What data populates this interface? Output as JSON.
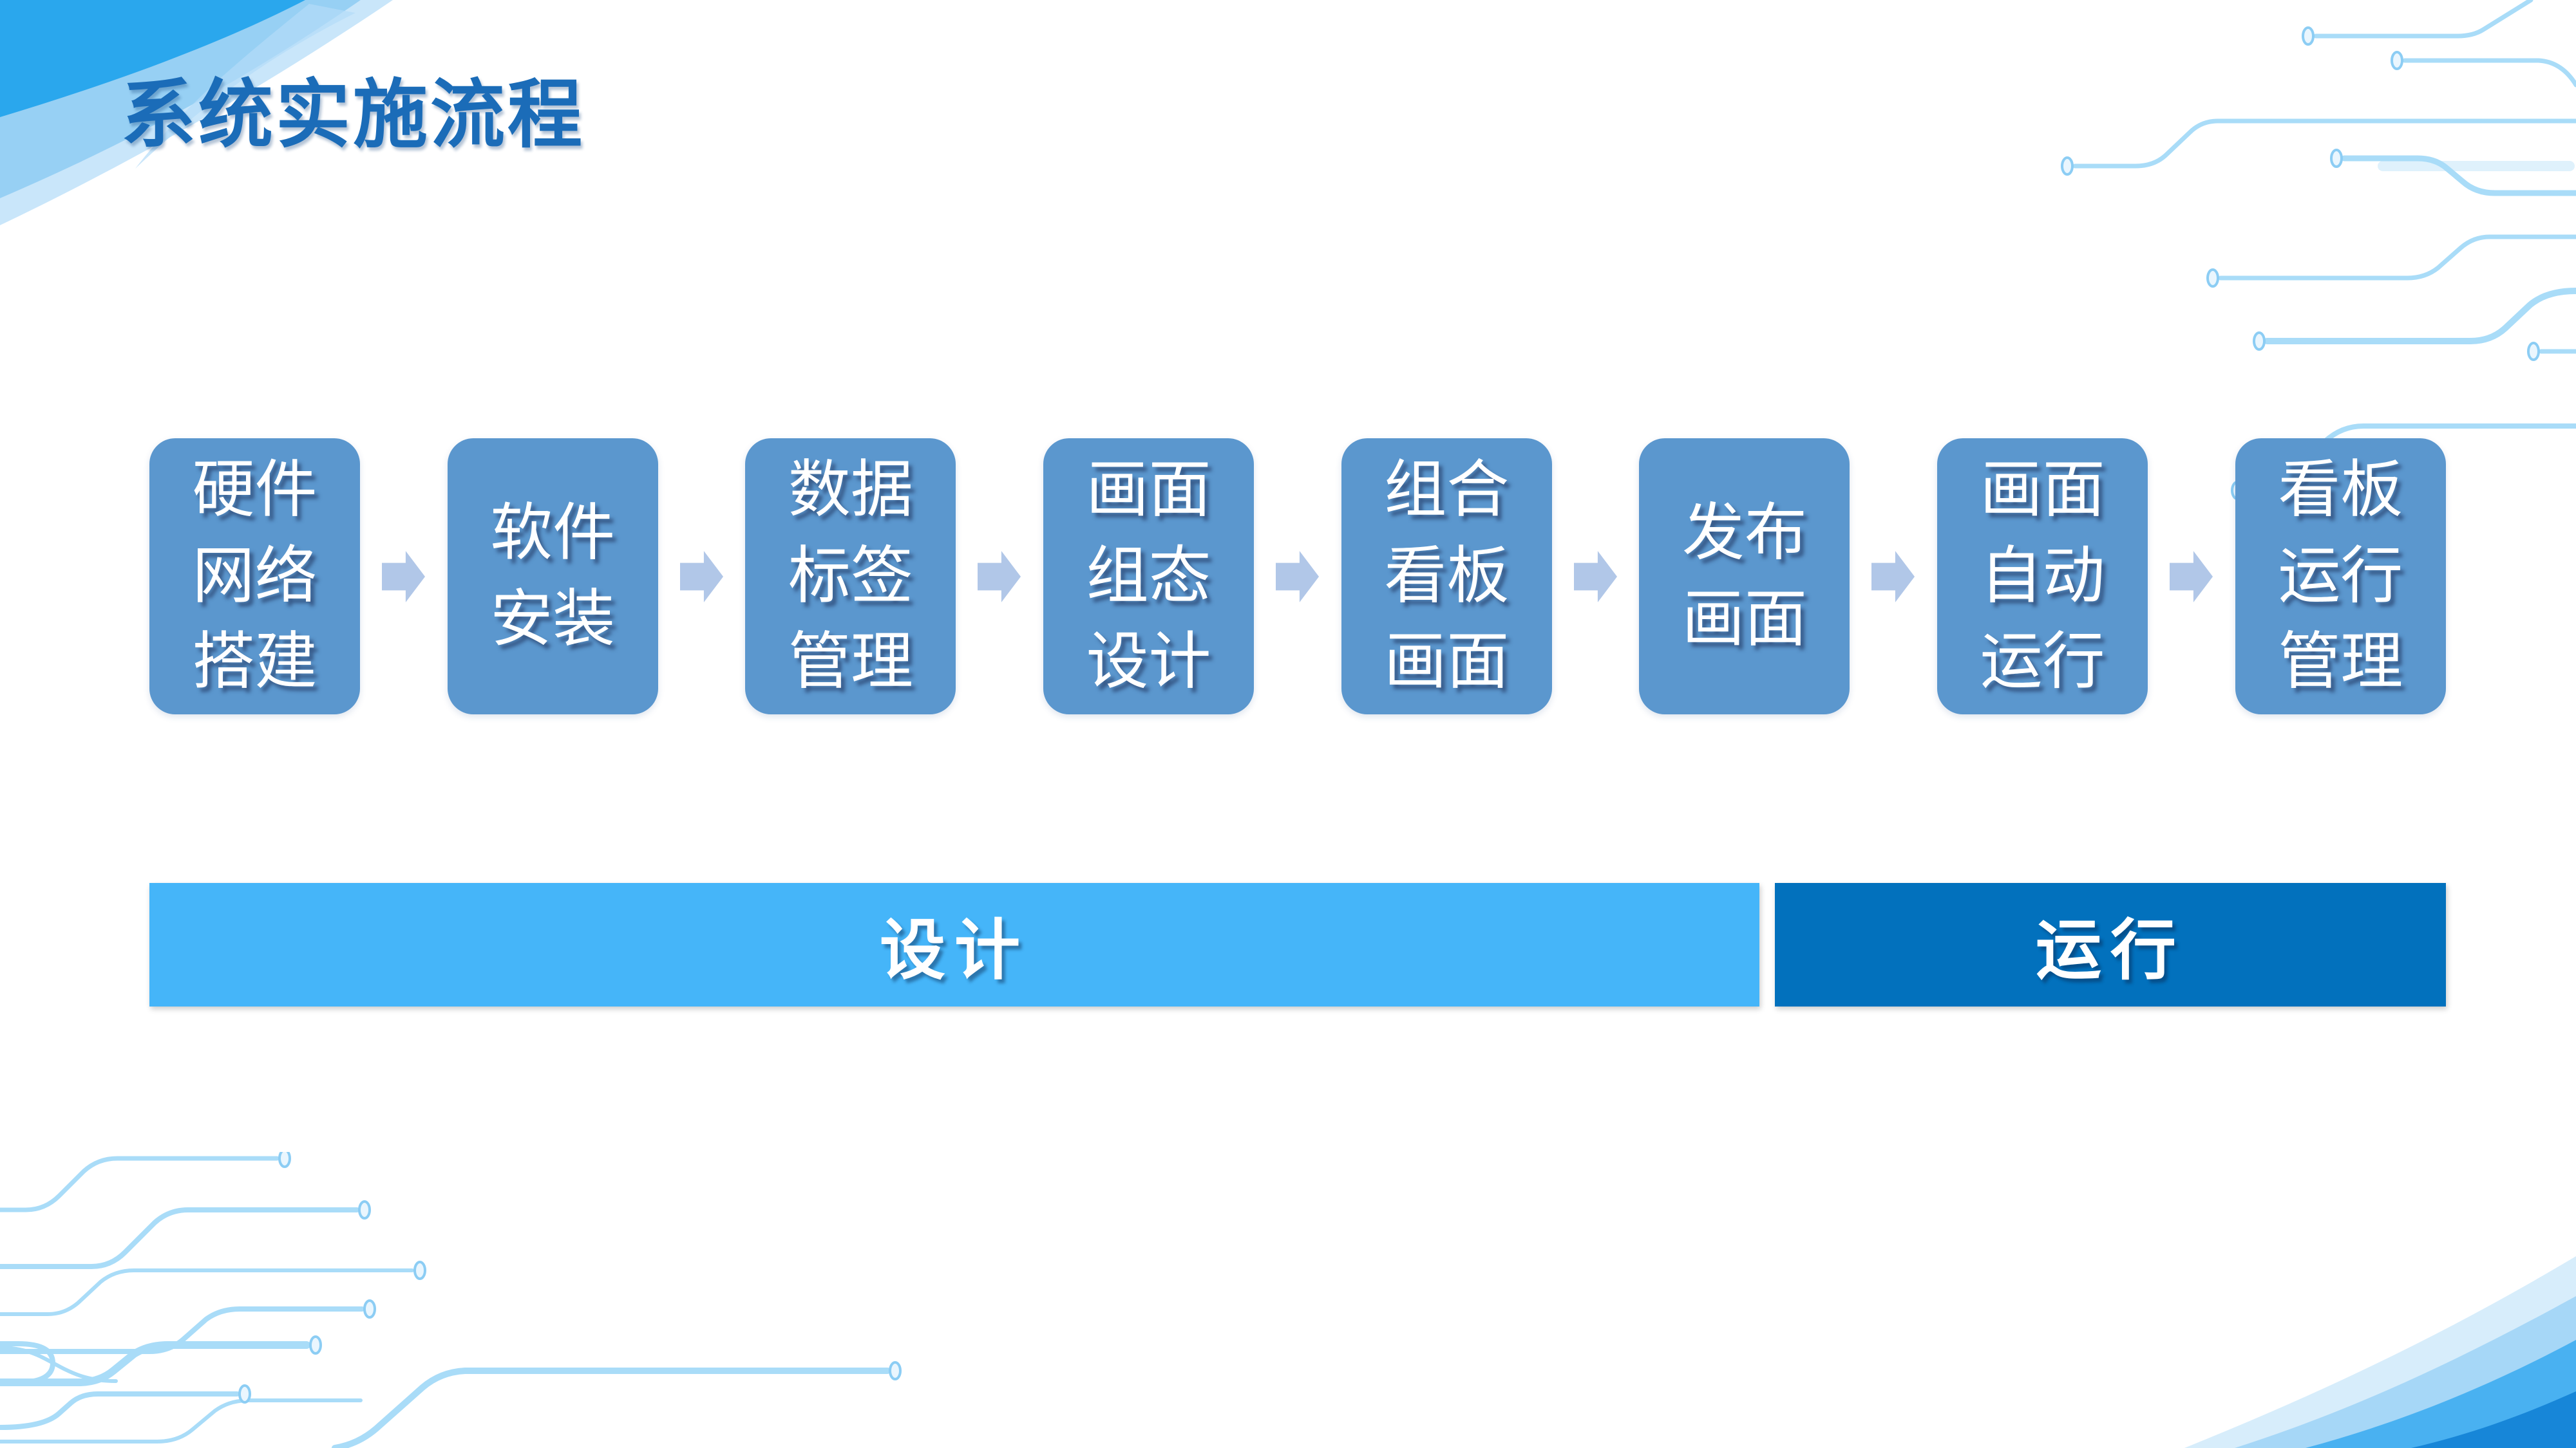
{
  "title": "系统实施流程",
  "flow": {
    "steps": [
      {
        "lines": [
          "硬件",
          "网络",
          "搭建"
        ]
      },
      {
        "lines": [
          "软件",
          "安装"
        ]
      },
      {
        "lines": [
          "数据",
          "标签",
          "管理"
        ]
      },
      {
        "lines": [
          "画面",
          "组态",
          "设计"
        ]
      },
      {
        "lines": [
          "组合",
          "看板",
          "画面"
        ]
      },
      {
        "lines": [
          "发布",
          "画面"
        ]
      },
      {
        "lines": [
          "画面",
          "自动",
          "运行"
        ]
      },
      {
        "lines": [
          "看板",
          "运行",
          "管理"
        ]
      }
    ],
    "box_color": "#5B97CE",
    "arrow_color": "#B1C7E8"
  },
  "phases": [
    {
      "label": "设计",
      "color": "#45B5F9"
    },
    {
      "label": "运行",
      "color": "#0271BD"
    }
  ],
  "colors": {
    "title": "#1B6CB8",
    "background": "#FFFFFF",
    "circuit_line": "#A9DCF8",
    "swoosh_blue": "#2AA7ED"
  }
}
